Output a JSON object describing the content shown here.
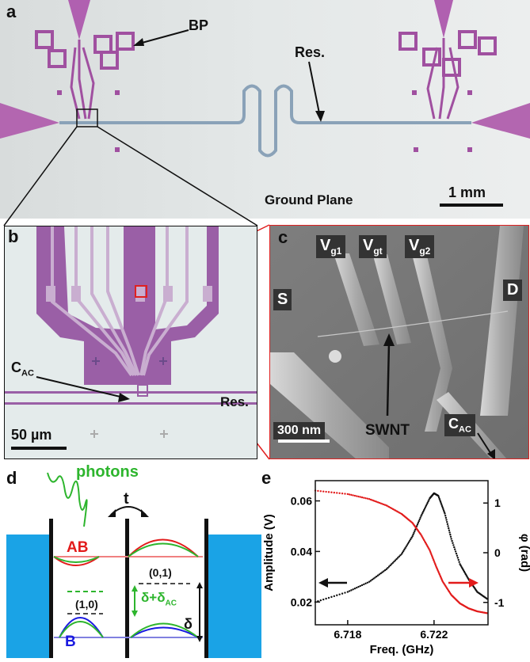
{
  "panels": {
    "a": "a",
    "b": "b",
    "c": "c",
    "d": "d",
    "e": "e"
  },
  "panel_a": {
    "bp_label": "BP",
    "res_label": "Res.",
    "ground_label": "Ground Plane",
    "scale_label": "1 mm"
  },
  "panel_b": {
    "cac_main": "C",
    "cac_sub": "AC",
    "res_label": "Res.",
    "scale_label": "50 µm"
  },
  "panel_c": {
    "vg1_main": "V",
    "vg1_sub": "g1",
    "vgt_main": "V",
    "vgt_sub": "gt",
    "vg2_main": "V",
    "vg2_sub": "g2",
    "d_label": "D",
    "s_label": "S",
    "swnt_label": "SWNT",
    "cac_main": "C",
    "cac_sub": "AC",
    "scale_label": "300 nm"
  },
  "panel_d": {
    "photons": "photons",
    "t_label": "t",
    "ab_label": "AB",
    "b_label": "B",
    "state_01": "(0,1)",
    "state_10": "(1,0)",
    "delta_ac": "δ+δ",
    "delta_ac_sub": "AC",
    "delta": "δ"
  },
  "colors": {
    "blue_well": "#1aa3e6",
    "green": "#2db52d",
    "red": "#e21b1b",
    "dark_blue": "#1a1ae0",
    "frame_red": "#e02020"
  },
  "chart_data": {
    "type": "scatter",
    "xlabel": "Freq. (GHz)",
    "ylabel": "Amplitude (V)",
    "y2label": "φ (rad)",
    "xlim": [
      6.7165,
      6.7245
    ],
    "ylim": [
      0.011,
      0.068
    ],
    "y2lim": [
      -1.45,
      1.45
    ],
    "xticks": [
      "6.718",
      "6.722"
    ],
    "xtick_values": [
      6.718,
      6.722
    ],
    "yticks": [
      "0.02",
      "0.04",
      "0.06"
    ],
    "ytick_values": [
      0.02,
      0.04,
      0.06
    ],
    "y2ticks": [
      "1",
      "0",
      "-1"
    ],
    "y2tick_values": [
      1,
      0,
      -1
    ],
    "series": [
      {
        "axis": "left",
        "color": "#111111",
        "x": [
          6.7165,
          6.718,
          6.719,
          6.7198,
          6.7205,
          6.721,
          6.7214,
          6.7218,
          6.722,
          6.7222,
          6.7225,
          6.7228,
          6.7232,
          6.7236,
          6.724,
          6.7245
        ],
        "y": [
          0.02,
          0.024,
          0.028,
          0.033,
          0.039,
          0.046,
          0.054,
          0.061,
          0.063,
          0.062,
          0.055,
          0.045,
          0.035,
          0.029,
          0.024,
          0.021
        ]
      },
      {
        "axis": "right",
        "color": "#e21b1b",
        "x": [
          6.7165,
          6.718,
          6.719,
          6.7198,
          6.7205,
          6.721,
          6.7214,
          6.7218,
          6.7221,
          6.7224,
          6.7228,
          6.7232,
          6.7236,
          6.724,
          6.7245
        ],
        "y": [
          1.25,
          1.18,
          1.08,
          0.95,
          0.78,
          0.6,
          0.36,
          0.05,
          -0.28,
          -0.58,
          -0.85,
          -1.02,
          -1.12,
          -1.18,
          -1.22
        ]
      }
    ]
  }
}
